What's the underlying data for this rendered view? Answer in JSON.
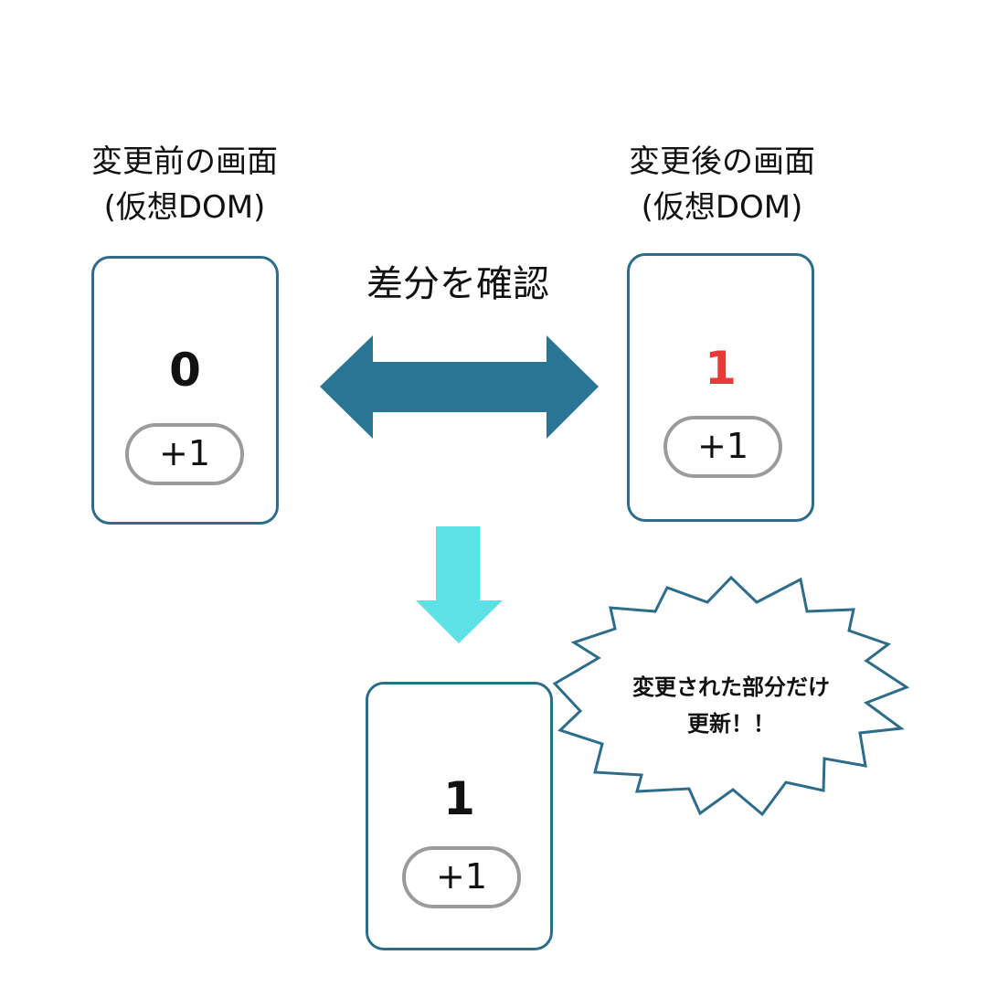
{
  "before": {
    "title_line1": "変更前の画面",
    "title_line2": "(仮想DOM)",
    "count": "0",
    "button_label": "+1",
    "count_color": "#111111"
  },
  "after": {
    "title_line1": "変更後の画面",
    "title_line2": "(仮想DOM)",
    "count": "1",
    "button_label": "+1",
    "count_color": "#e83a3a"
  },
  "compare_label": "差分を確認",
  "result": {
    "count": "1",
    "button_label": "+1",
    "count_color": "#111111"
  },
  "callout": {
    "line1": "変更された部分だけ",
    "line2": "更新！！"
  },
  "colors": {
    "card_border": "#2e6d8a",
    "double_arrow": "#2a7494",
    "down_arrow": "#5ee1e6",
    "button_border": "#9b9b9b"
  }
}
